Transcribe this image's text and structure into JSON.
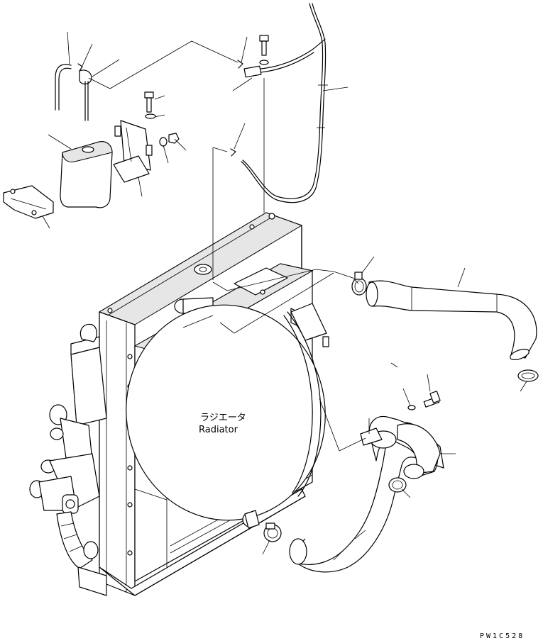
{
  "diagram": {
    "label_jp": "ラジエータ",
    "label_en": "Radiator",
    "drawing_code": "PW1C528"
  }
}
